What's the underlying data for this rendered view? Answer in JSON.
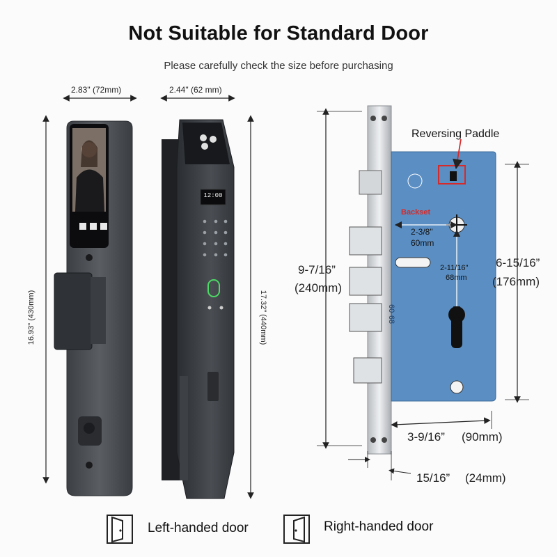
{
  "title": "Not Suitable for Standard Door",
  "subtitle": "Please carefully check the size before purchasing",
  "front_lock": {
    "width_label": "2.83\" (72mm)",
    "height_label": "16.93\" (430mm)"
  },
  "side_lock": {
    "width_label": "2.44\" (62 mm)",
    "height_label": "17.32\" (440mm)",
    "screen_time": "12:00"
  },
  "mortise": {
    "reversing_label": "Reversing Paddle",
    "backset_text": "Backset",
    "backset_value": "2-3/8\"",
    "backset_mm": "60mm",
    "center_value": "2-11/16\"",
    "center_mm": "68mm",
    "model_code": "60-68",
    "left_height_in": "9-7/16”",
    "left_height_mm": "(240mm)",
    "right_height_in": "6-15/16”",
    "right_height_mm": "(176mm)",
    "depth_label": "3-9/16”",
    "depth_mm": "(90mm)",
    "faceplate_label": "15/16”",
    "faceplate_mm": "(24mm)"
  },
  "legend": [
    {
      "label": "Left-handed door",
      "icon": "left-door-icon"
    },
    {
      "label": "Right-handed door",
      "icon": "right-door-icon"
    }
  ],
  "colors": {
    "lock_body": "#4a4e53",
    "mortise_blue": "#5b8fc4",
    "paddle_red": "#d62a2a"
  }
}
